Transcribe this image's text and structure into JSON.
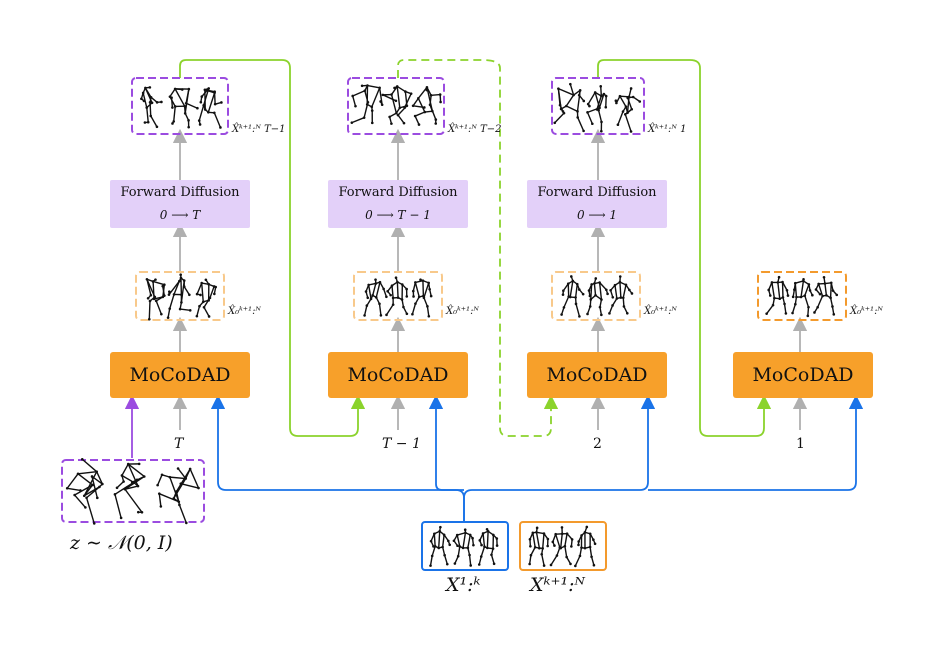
{
  "moco_label": "MoCoDAD",
  "forward_diffusion": [
    {
      "title": "Forward Diffusion",
      "range": "0 ⟶ T"
    },
    {
      "title": "Forward Diffusion",
      "range": "0 ⟶ T − 1"
    },
    {
      "title": "Forward Diffusion",
      "range": "0 ⟶ 1"
    }
  ],
  "timestep_labels": [
    "T",
    "T − 1",
    "2",
    "1"
  ],
  "x0_label": "X̂₀ᵏ⁺¹:ᴺ",
  "noisy_labels": [
    "X̂ᵏ⁺¹:ᴺ T−1",
    "X̂ᵏ⁺¹:ᴺ T−2",
    "X̂ᵏ⁺¹:ᴺ 1"
  ],
  "noise_label": "z ∼ 𝒩(0, I)",
  "condition_label": "X¹:ᵏ",
  "target_label": "Xᵏ⁺¹:ᴺ",
  "colors": {
    "moco": "#f7a02a",
    "forward": "#e3d0f9",
    "noise_border": "#9b4ce0",
    "x0_border": "#f8c98b",
    "x0_final_border": "#f39a2d",
    "green_arrow": "#8bd32c",
    "blue_arrow": "#1a73e8",
    "gray_arrow": "#b0b0b0",
    "cond_border": "#1a73e8",
    "target_border": "#f39a2d"
  }
}
